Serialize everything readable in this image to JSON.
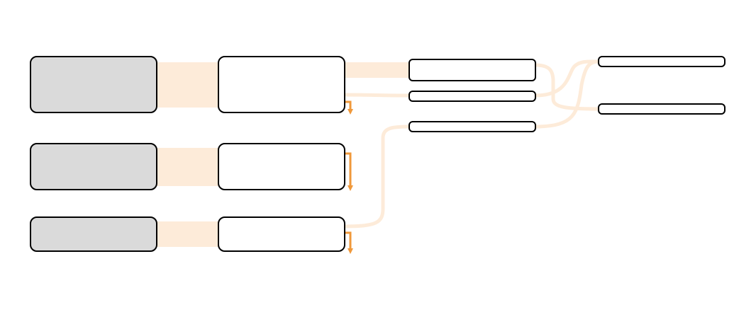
{
  "colors": {
    "background": "#ffffff",
    "source_fill": "#dadada",
    "node_fill": "#ffffff",
    "node_stroke": "#000000",
    "flow": "#fdebd9",
    "loss_arrow": "#f0993b"
  },
  "diagram": {
    "type": "sankey",
    "stages": [
      {
        "name": "sources",
        "nodes": [
          {
            "id": "source-1",
            "label": ""
          },
          {
            "id": "source-2",
            "label": ""
          },
          {
            "id": "source-3",
            "label": ""
          }
        ]
      },
      {
        "name": "stage-1",
        "nodes": [
          {
            "id": "stage1-1",
            "label": ""
          },
          {
            "id": "stage1-2",
            "label": ""
          },
          {
            "id": "stage1-3",
            "label": ""
          }
        ]
      },
      {
        "name": "stage-2",
        "nodes": [
          {
            "id": "stage2-1",
            "label": ""
          },
          {
            "id": "stage2-2",
            "label": ""
          },
          {
            "id": "stage2-3",
            "label": ""
          }
        ]
      },
      {
        "name": "outputs",
        "nodes": [
          {
            "id": "output-1",
            "label": ""
          },
          {
            "id": "output-2",
            "label": ""
          }
        ]
      }
    ],
    "flows": [
      {
        "from": "source-1",
        "to": "stage1-1",
        "kind": "wide"
      },
      {
        "from": "source-2",
        "to": "stage1-2",
        "kind": "wide"
      },
      {
        "from": "source-3",
        "to": "stage1-3",
        "kind": "wide"
      },
      {
        "from": "stage1-1",
        "to": "stage2-1",
        "kind": "medium"
      },
      {
        "from": "stage1-1",
        "to": "stage2-2",
        "kind": "thin"
      },
      {
        "from": "stage1-3",
        "to": "stage2-3",
        "kind": "thin"
      },
      {
        "from": "stage2-1",
        "to": "output-2",
        "kind": "thin"
      },
      {
        "from": "stage2-2",
        "to": "output-1",
        "kind": "thin"
      },
      {
        "from": "stage2-3",
        "to": "output-1",
        "kind": "thin"
      }
    ],
    "losses": [
      {
        "from": "stage1-1"
      },
      {
        "from": "stage1-2"
      },
      {
        "from": "stage1-3"
      }
    ]
  }
}
